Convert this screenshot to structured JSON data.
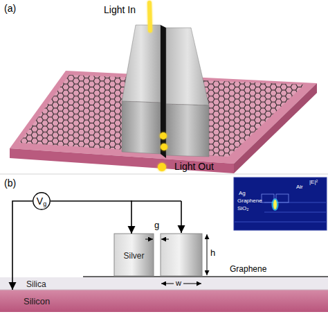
{
  "diagram": {
    "nodes": [
      {
        "text": [
          "V",
          "g"
        ]
      },
      {
        "text": [
          "Silver"
        ]
      },
      {
        "text": [
          "Silica"
        ]
      },
      {
        "text": [
          "Silicon"
        ]
      }
    ],
    "edges": [
      {
        "from": 0,
        "to": 1,
        "arrow": "to"
      },
      {
        "from": 0,
        "to": 3,
        "arrow": "to"
      }
    ],
    "labels": [
      "(a)",
      "Light In",
      "Light Out",
      "(b)",
      "g",
      "h",
      "w",
      "Graphene",
      "Ag",
      "Air",
      "Graphene",
      "SiO₂",
      "|E|²"
    ]
  }
}
